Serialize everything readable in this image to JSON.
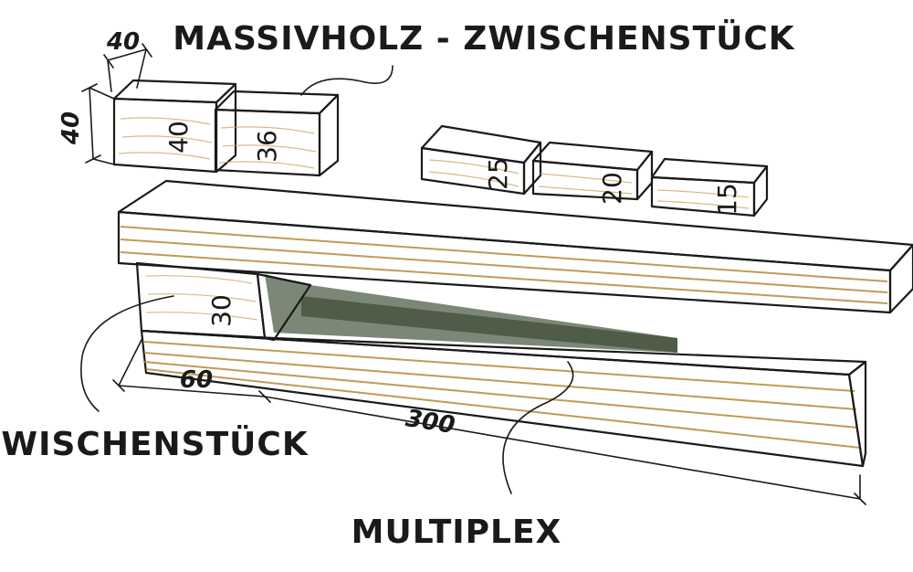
{
  "labels": {
    "massivholz": "MASSIVHOLZ - ZWISCHENSTÜCK",
    "zwischenstueck": "ZWISCHENSTÜCK",
    "multiplex": "MULTIPLEX"
  },
  "blocks": {
    "b40": "40",
    "b36": "36",
    "b25": "25",
    "b20": "20",
    "b15": "15"
  },
  "dimensions": {
    "block_width": "40",
    "block_height": "40",
    "spacer_thickness": "30",
    "spacer_length": "60",
    "total_length": "300"
  },
  "colors": {
    "wood_light": "#f3dfa8",
    "wood_mid": "#e8c77f",
    "wood_side": "#dcc08a",
    "wood_dark": "#b58a3a",
    "gap_shadow": "#5a6a55",
    "ink": "#1a1a1a"
  }
}
